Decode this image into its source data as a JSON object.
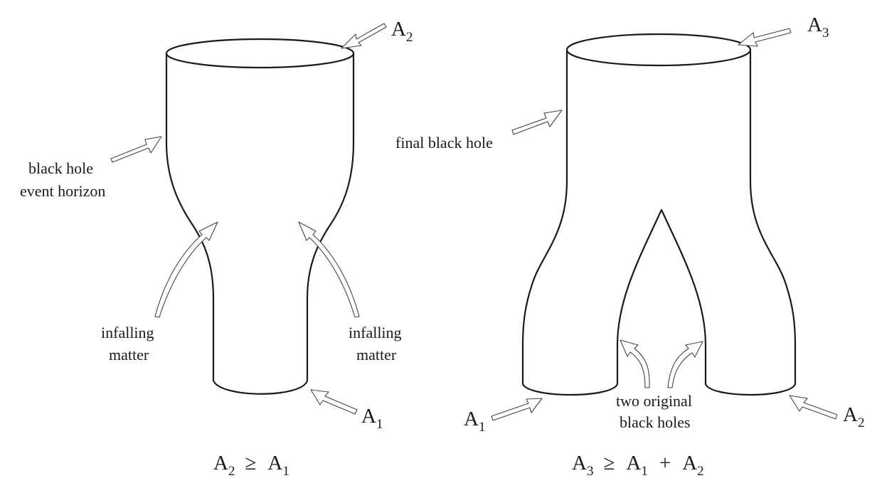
{
  "left_diagram": {
    "labels": {
      "horizon_line1": "black hole",
      "horizon_line2": "event horizon",
      "infalling_left_line1": "infalling",
      "infalling_left_line2": "matter",
      "infalling_right_line1": "infalling",
      "infalling_right_line2": "matter",
      "area_top": "A",
      "area_top_sub": "2",
      "area_bottom": "A",
      "area_bottom_sub": "1"
    },
    "equation": {
      "lhs": "A",
      "lhs_sub": "2",
      "op": "≥",
      "rhs": "A",
      "rhs_sub": "1"
    }
  },
  "right_diagram": {
    "labels": {
      "final": "final black hole",
      "original_line1": "two original",
      "original_line2": "black holes",
      "area_top": "A",
      "area_top_sub": "3",
      "area_left": "A",
      "area_left_sub": "1",
      "area_right": "A",
      "area_right_sub": "2"
    },
    "equation": {
      "lhs": "A",
      "lhs_sub": "3",
      "op": "≥",
      "t1": "A",
      "t1_sub": "1",
      "plus": "+",
      "t2": "A",
      "t2_sub": "2"
    }
  },
  "colors": {
    "ink": "#1a1a1a",
    "arrow_stroke": "#444444",
    "background": "#ffffff"
  }
}
